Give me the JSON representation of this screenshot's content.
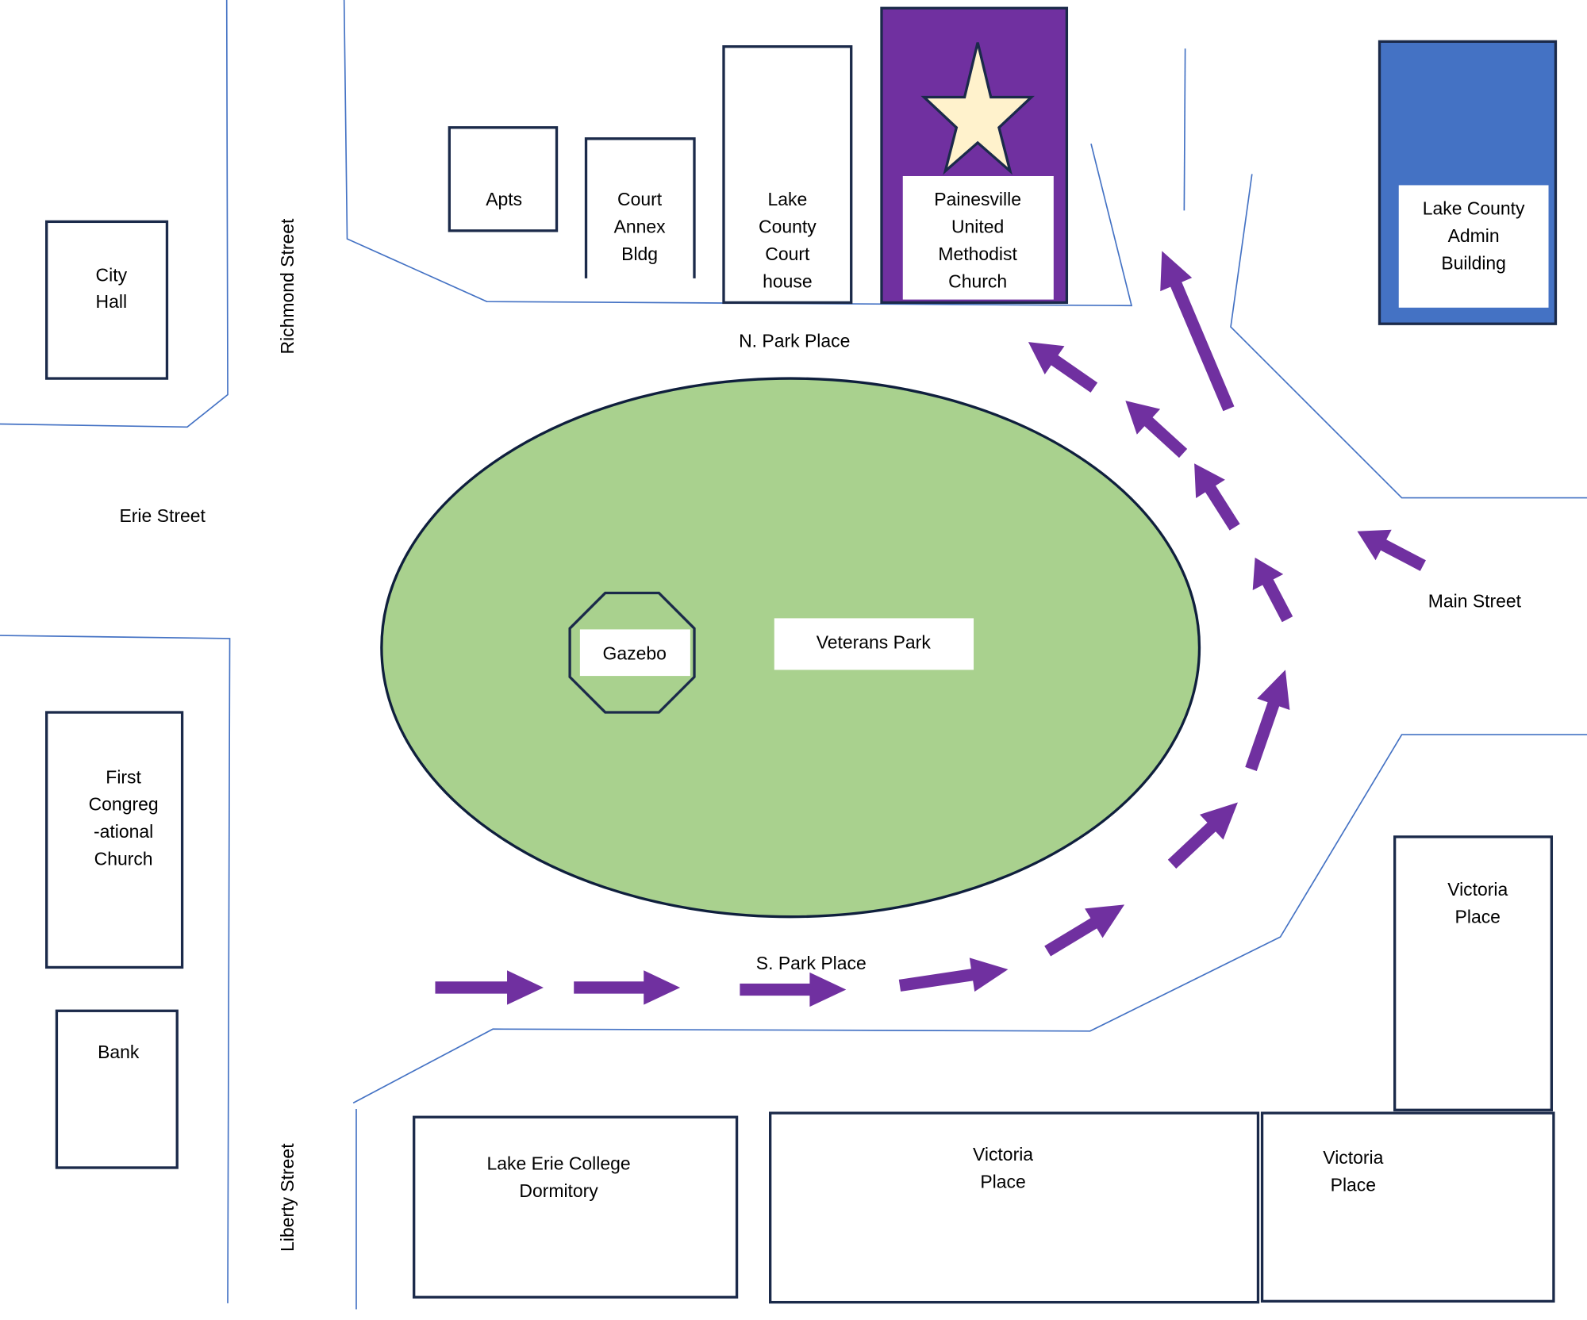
{
  "colors": {
    "road_line": "#4472c4",
    "building_outline": "#1b2a4a",
    "park_fill": "#a9d18e",
    "church_fill": "#7030a0",
    "admin_fill": "#4472c4",
    "star_fill": "#fff2cc",
    "arrow": "#7030a0"
  },
  "streets": {
    "richmond": "Richmond Street",
    "erie": "Erie Street",
    "n_park": "N. Park Place",
    "s_park": "S. Park Place",
    "main": "Main Street",
    "liberty": "Liberty Street"
  },
  "buildings": {
    "city_hall": [
      "City",
      "Hall"
    ],
    "apts": [
      "Apts"
    ],
    "court_annex": [
      "Court",
      "Annex",
      "Bldg"
    ],
    "courthouse": [
      "Lake",
      "County",
      "Court",
      "house"
    ],
    "methodist": [
      "Painesville",
      "United",
      "Methodist",
      "Church"
    ],
    "admin": [
      "Lake County",
      "Admin",
      "Building"
    ],
    "first_congregational": [
      "First",
      "Congreg",
      "-ational",
      "Church"
    ],
    "bank": [
      "Bank"
    ],
    "dormitory": [
      "Lake Erie College",
      "Dormitory"
    ],
    "victoria_1": [
      "Victoria",
      "Place"
    ],
    "victoria_2": [
      "Victoria",
      "Place"
    ],
    "victoria_3": [
      "Victoria",
      "Place"
    ]
  },
  "park": {
    "name": "Veterans Park",
    "gazebo": "Gazebo"
  },
  "markers": {
    "destination_icon": "star-icon",
    "route_icon": "arrow-icon"
  }
}
